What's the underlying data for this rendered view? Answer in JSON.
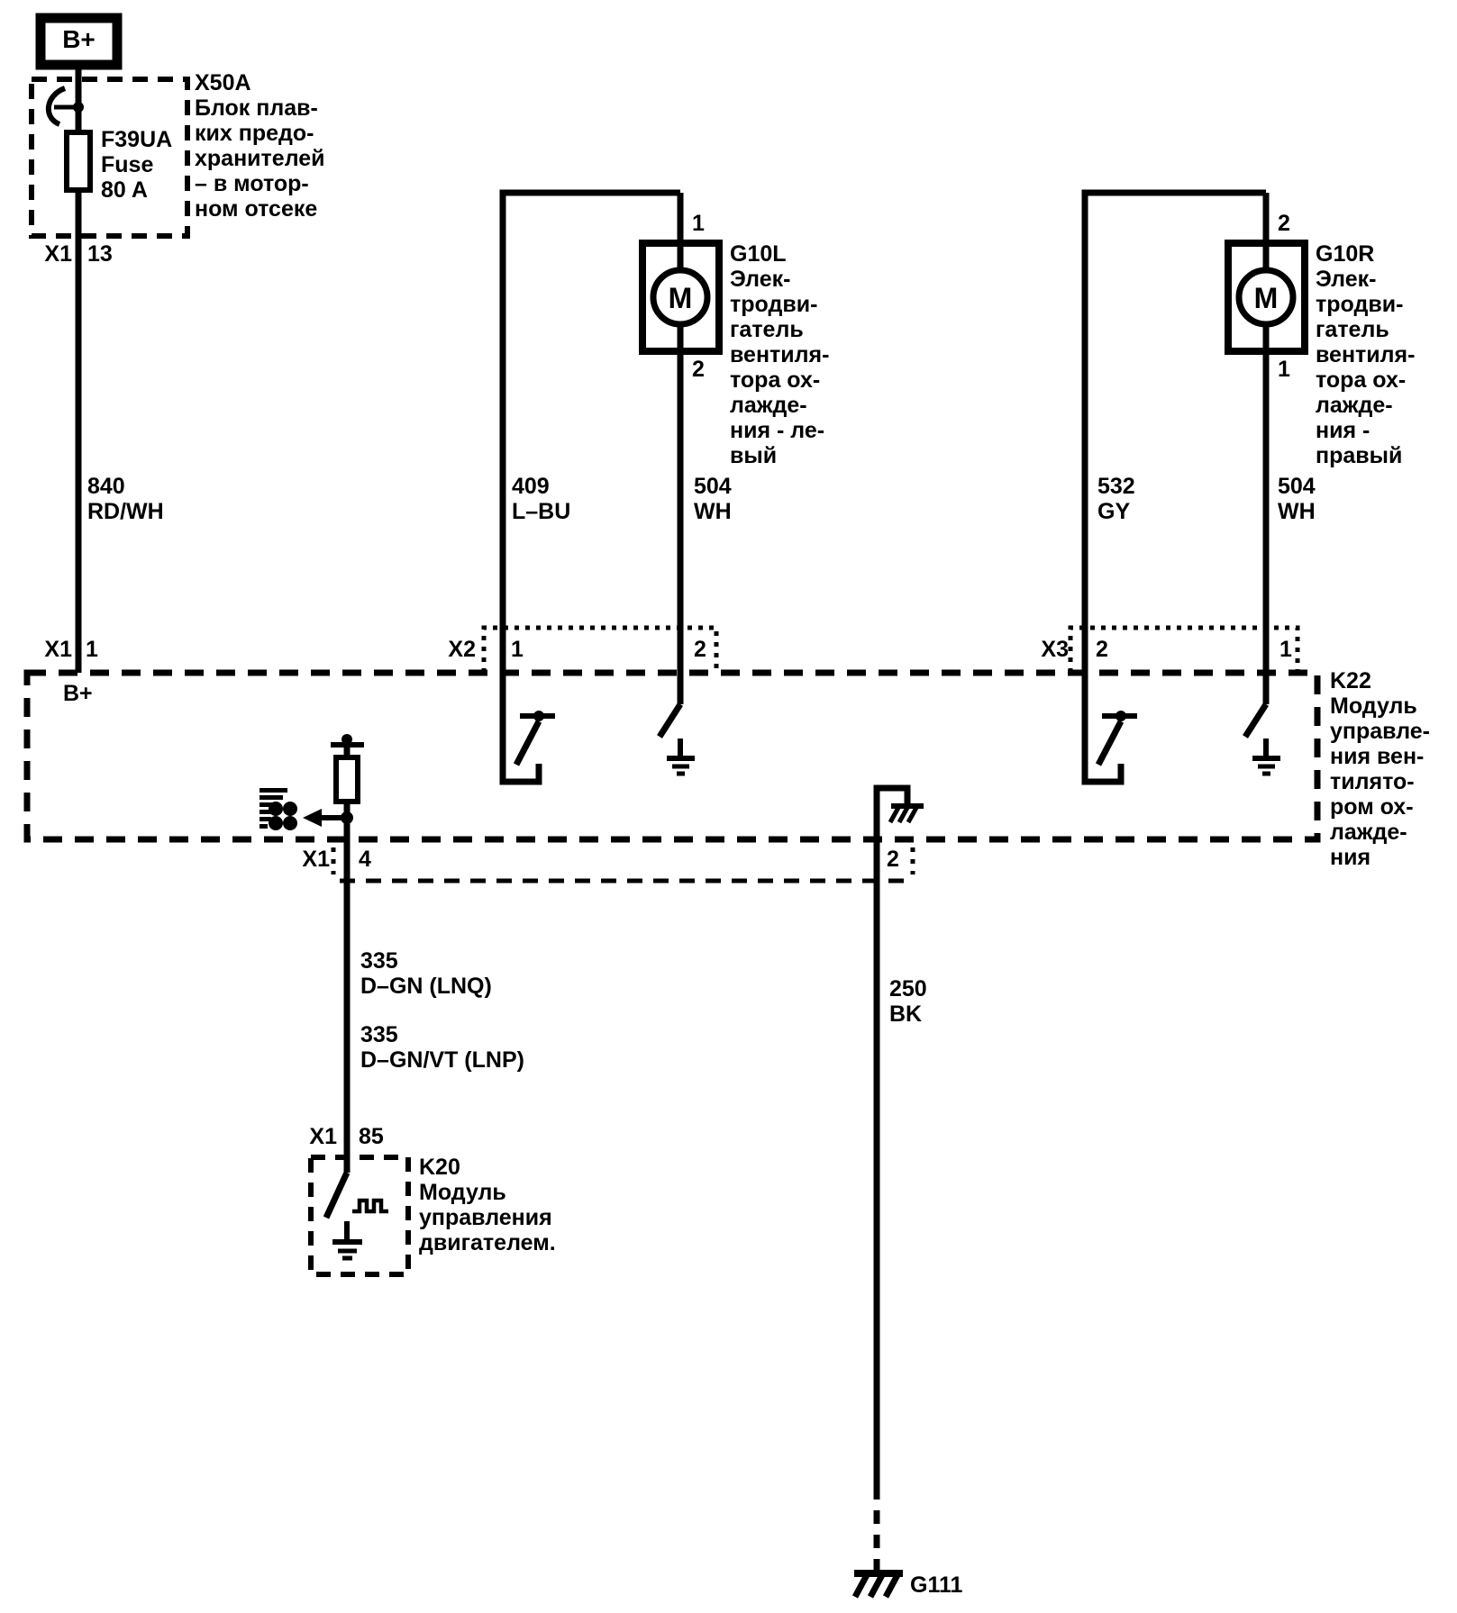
{
  "battery": {
    "label": "B+"
  },
  "fuse_block": {
    "label": "X50A\nБлок плав-\nких предо-\nхранителей\n– в мотор-\nном отсеке",
    "fuse_label": "F39UA\nFuse\n80 A",
    "out_connector": "X1",
    "out_pin": "13"
  },
  "wires": {
    "w840": "840\nRD/WH",
    "w409": "409\nL–BU",
    "w504_left": "504\nWH",
    "w532": "532\nGY",
    "w504_right": "504\nWH",
    "w335_lnq": "335\nD–GN (LNQ)",
    "w335_lnp": "335\nD–GN/VT (LNP)",
    "w250": "250\nBK"
  },
  "motor_left": {
    "label": "G10L\nЭлек-\nтродви-\nгатель\nвентиля-\nтора ох-\nлажде-\nния - ле-\nвый",
    "pin_top": "1",
    "pin_bottom": "2",
    "letter": "M"
  },
  "motor_right": {
    "label": "G10R\nЭлек-\nтродви-\nгатель\nвентиля-\nтора ох-\nлажде-\nния -\nправый",
    "pin_top": "2",
    "pin_bottom": "1",
    "letter": "M"
  },
  "k22": {
    "label": "K22\nМодуль\nуправле-\nния вен-\nтилято-\nром ох-\nлажде-\nния",
    "b_plus": "B+",
    "x1_in": {
      "name": "X1",
      "pin": "1"
    },
    "x2": {
      "name": "X2",
      "pin_left": "1",
      "pin_right": "2"
    },
    "x3": {
      "name": "X3",
      "pin_left": "2",
      "pin_right": "1"
    },
    "x1_out": {
      "name": "X1",
      "pin": "4"
    },
    "ground_pin": "2"
  },
  "k20": {
    "label": "K20\nМодуль\nуправления\nдвигателем.",
    "connector": {
      "name": "X1",
      "pin": "85"
    }
  },
  "ground": {
    "label": "G111"
  },
  "colors": {
    "line": "#000000",
    "background": "#ffffff"
  }
}
